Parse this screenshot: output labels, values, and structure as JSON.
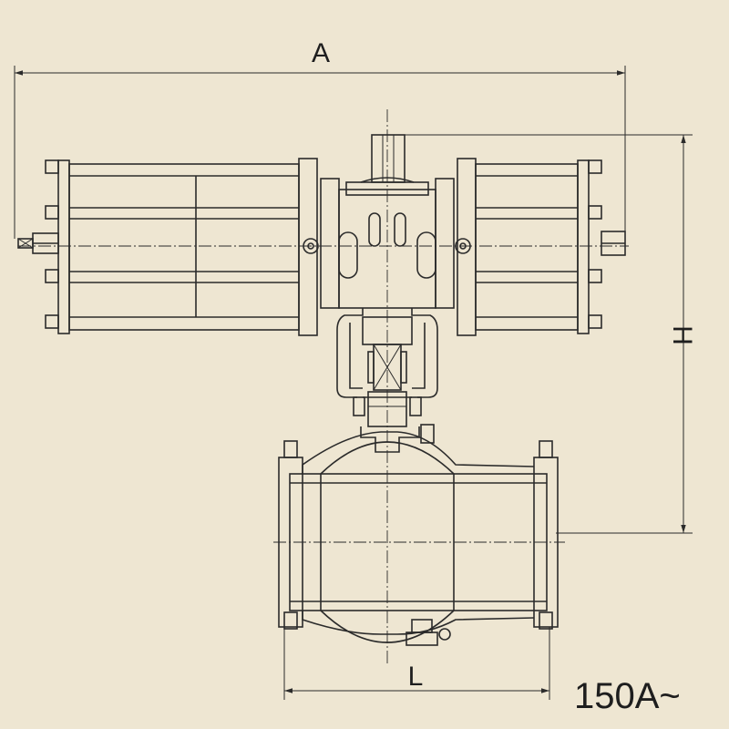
{
  "dimensions": {
    "width_label": "A",
    "height_label": "H",
    "length_label": "L"
  },
  "size_label": "150A~",
  "colors": {
    "background": "#eee6d2",
    "line": "#2b2b2b"
  }
}
